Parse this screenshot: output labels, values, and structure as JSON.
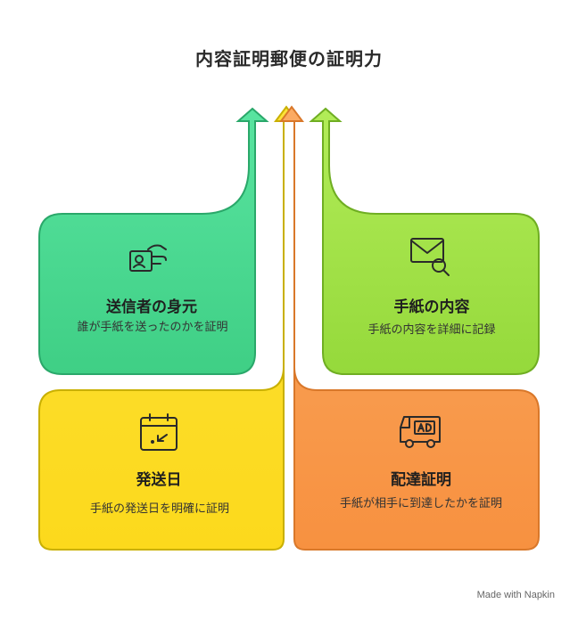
{
  "title": "内容証明郵便の証明力",
  "cards": [
    {
      "title": "送信者の身元",
      "desc": "誰が手紙を送ったのかを証明",
      "icon": "id-card-hand-icon",
      "color": "#4fdf96"
    },
    {
      "title": "手紙の内容",
      "desc": "手紙の内容を詳細に記録",
      "icon": "envelope-search-icon",
      "color": "#a8e94b"
    },
    {
      "title": "発送日",
      "desc": "手紙の発送日を明確に証明",
      "icon": "calendar-icon",
      "color": "#fde02a"
    },
    {
      "title": "配達証明",
      "desc": "手紙が相手に到達したかを証明",
      "icon": "delivery-truck-icon",
      "color": "#fba056"
    }
  ],
  "footer": "Made with Napkin"
}
